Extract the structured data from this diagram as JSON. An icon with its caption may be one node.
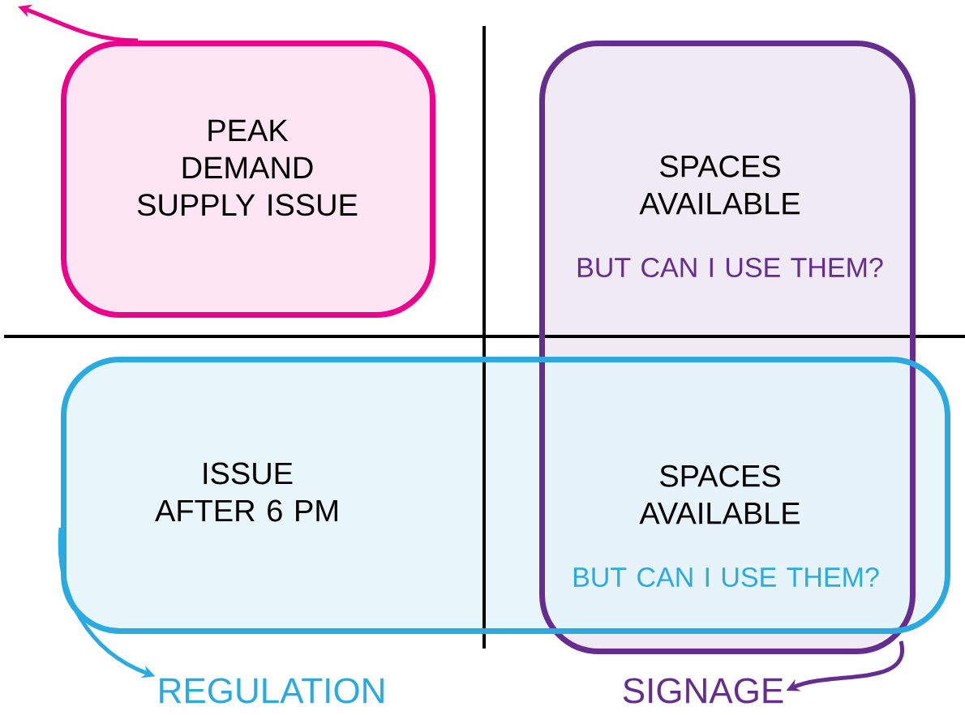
{
  "diagram": {
    "nodes": [
      {
        "text": [
          "PEAK DEMAND SUPPLY ISSUE"
        ]
      },
      {
        "text": [
          "SPACES AVAILABLE",
          "BUT CAN I USE THEM?"
        ]
      },
      {
        "text": [
          "ISSUE AFTER 6 PM"
        ]
      },
      {
        "text": [
          "REGULATION"
        ]
      },
      {
        "text": [
          "SIGNAGE"
        ]
      }
    ],
    "edges": [
      {
        "from": 0,
        "to": null,
        "arrow": "to",
        "color": "#ec008c"
      },
      {
        "from": 2,
        "to": 3,
        "arrow": "to",
        "color": "#29abe2"
      },
      {
        "from": 1,
        "to": 4,
        "arrow": "to",
        "color": "#662d91"
      }
    ],
    "labels": [
      "SPACES AVAILABLE",
      "BUT CAN I USE THEM?"
    ]
  }
}
